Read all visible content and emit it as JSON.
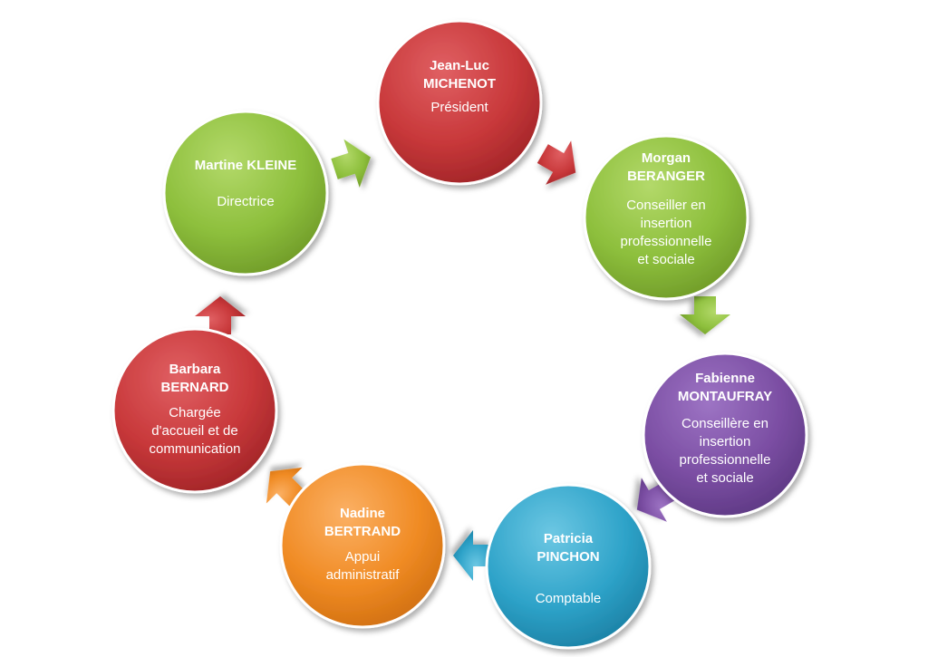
{
  "colors": {
    "red": "#c8383a",
    "green": "#8dbf3c",
    "purple": "#7b4ea3",
    "blue": "#2ea3c9",
    "orange": "#f08b24"
  },
  "people": [
    {
      "id": "jean-luc-michenot",
      "name": "Jean-Luc\nMICHENOT",
      "role": "Président",
      "color": "red"
    },
    {
      "id": "morgan-beranger",
      "name": "Morgan\nBERANGER",
      "role": "Conseiller en\ninsertion\nprofessionnelle\net sociale",
      "color": "green"
    },
    {
      "id": "fabienne-montaufray",
      "name": "Fabienne\nMONTAUFRAY",
      "role": "Conseillère en\ninsertion\nprofessionnelle\net  sociale",
      "color": "purple"
    },
    {
      "id": "patricia-pinchon",
      "name": "Patricia\nPINCHON",
      "role": "Comptable",
      "color": "blue"
    },
    {
      "id": "nadine-bertrand",
      "name": "Nadine\nBERTRAND",
      "role": "Appui\nadministratif",
      "color": "orange"
    },
    {
      "id": "barbara-bernard",
      "name": "Barbara\nBERNARD",
      "role": "Chargée\nd'accueil et de\ncommunication",
      "color": "red"
    },
    {
      "id": "martine-kleine",
      "name": "Martine KLEINE",
      "role": "Directrice",
      "color": "green"
    }
  ]
}
